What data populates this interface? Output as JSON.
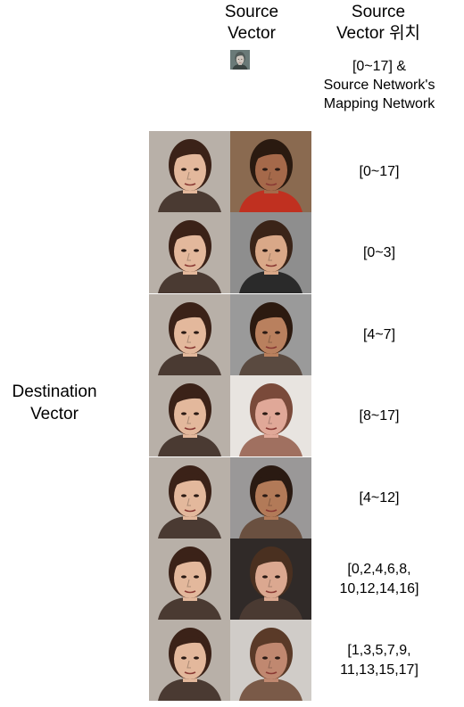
{
  "headers": {
    "source_vector": "Source\nVector",
    "source_vector_position": "Source\nVector 위치"
  },
  "source_note": "[0~17] &\nSource Network's\nMapping Network",
  "destination_label": "Destination\nVector",
  "rows": [
    {
      "range": "[0~17]",
      "skin": "#a5694a",
      "hair": "#2a1a10",
      "bg": "#8a6a50",
      "shirt": "#c03020"
    },
    {
      "range": "[0~3]",
      "skin": "#d9a888",
      "hair": "#3a2418",
      "bg": "#8e8e8e",
      "shirt": "#2a2a2a"
    },
    {
      "range": "[4~7]",
      "skin": "#b9805e",
      "hair": "#2c1a10",
      "bg": "#9a9a9a",
      "shirt": "#5a4a40"
    },
    {
      "range": "[8~17]",
      "skin": "#e0a898",
      "hair": "#7a4a3a",
      "bg": "#e8e4e0",
      "shirt": "#a07060"
    },
    {
      "range": "[4~12]",
      "skin": "#b27a58",
      "hair": "#2a1a12",
      "bg": "#9a9898",
      "shirt": "#6a5040"
    },
    {
      "range": "[0,2,4,6,8,\n10,12,14,16]",
      "skin": "#dba890",
      "hair": "#4a3020",
      "bg": "#302a28",
      "shirt": "#4a3a32"
    },
    {
      "range": "[1,3,5,7,9,\n11,13,15,17]",
      "skin": "#c08870",
      "hair": "#5a3a28",
      "bg": "#d0ccc8",
      "shirt": "#7a5a48"
    }
  ],
  "destination_face": {
    "skin": "#e3b89c",
    "hair": "#3b2218",
    "bg": "#b8b0a8",
    "shirt": "#4a3a32"
  },
  "source_thumb": {
    "skin": "#d0c8c0",
    "hair": "#505a58",
    "bg": "#6a7a78",
    "shirt": "#3a4442"
  }
}
